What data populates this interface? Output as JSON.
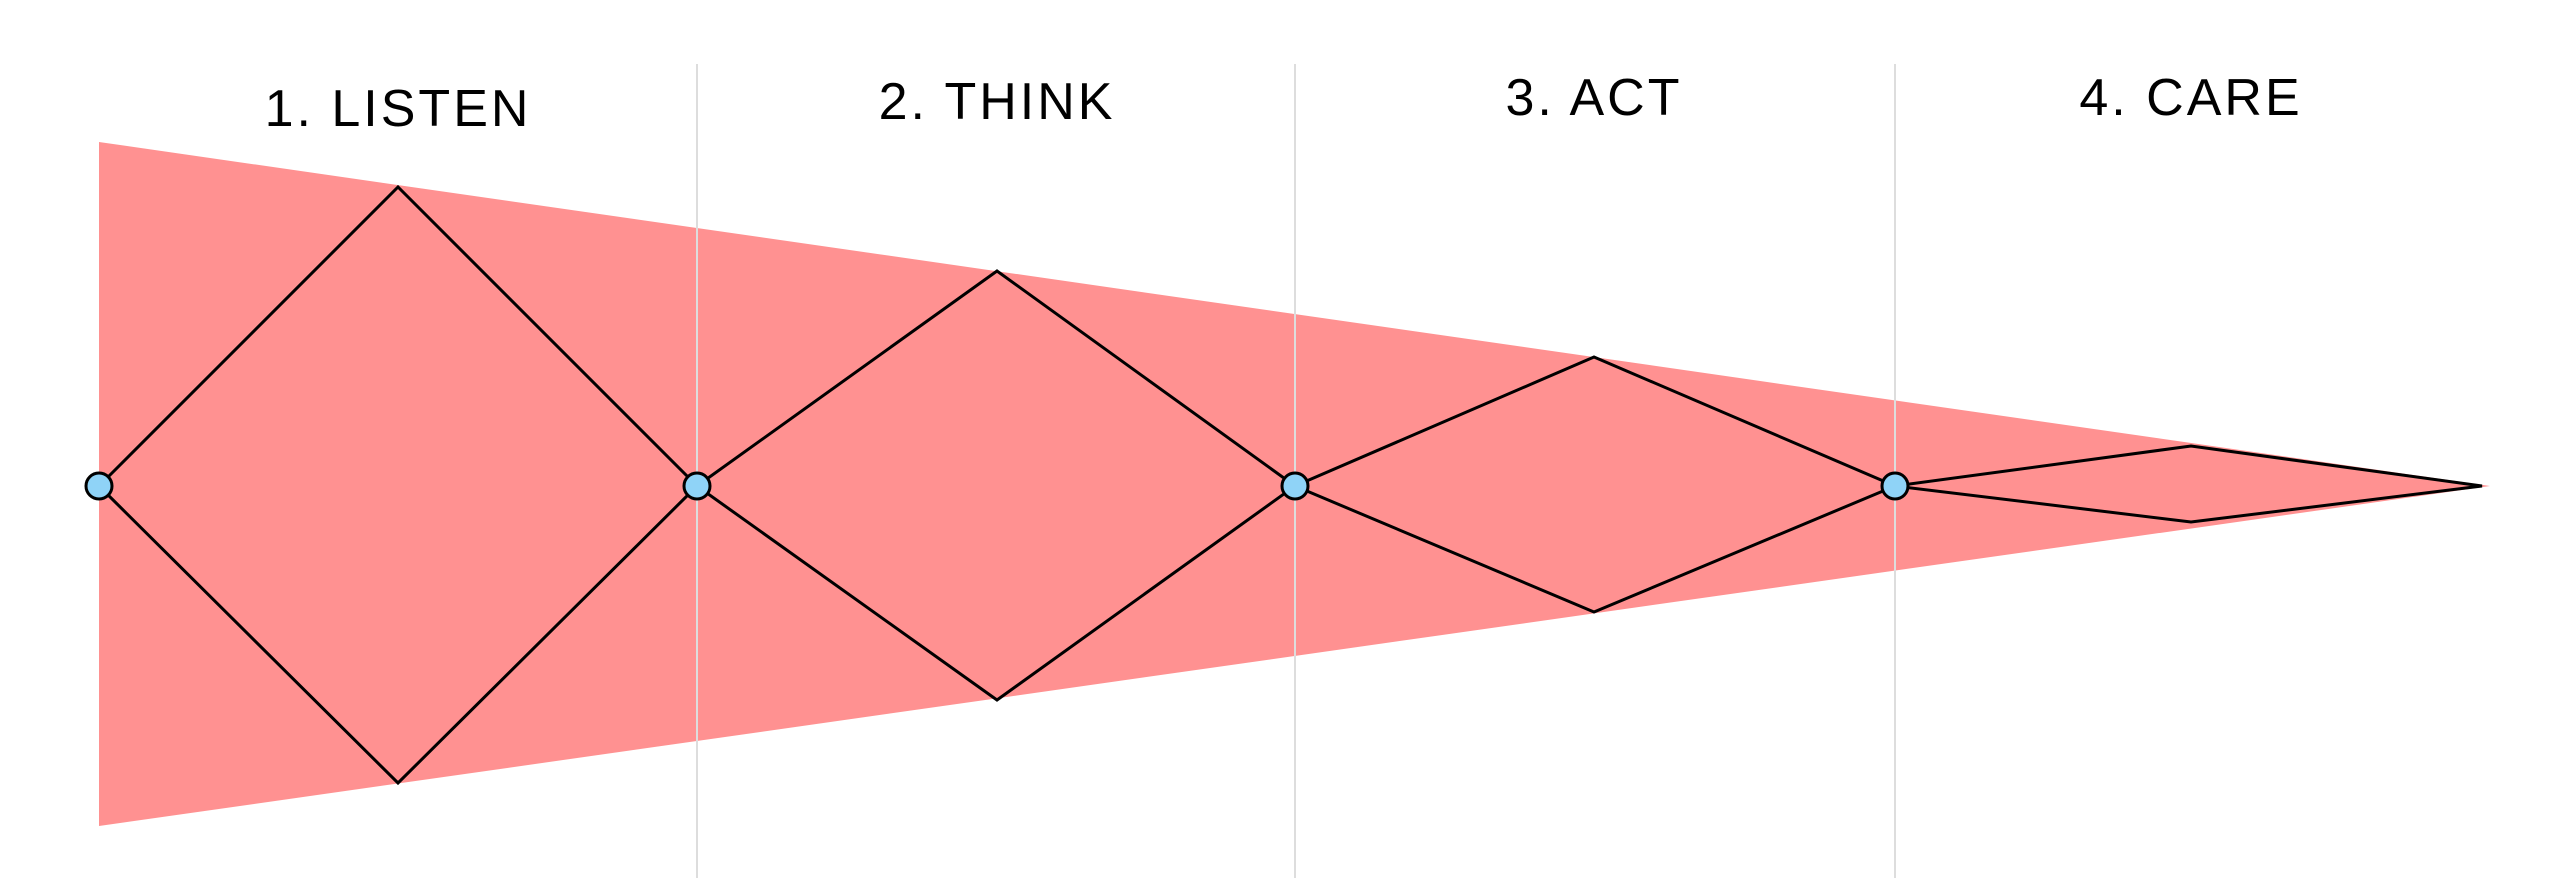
{
  "diagram": {
    "title_stages": [
      {
        "label": "1. LISTEN"
      },
      {
        "label": "2. THINK"
      },
      {
        "label": "3. ACT"
      },
      {
        "label": "4. CARE"
      }
    ],
    "colors": {
      "funnel_fill": "#ff9191",
      "node_fill": "#8fd3f7",
      "stroke": "#000000",
      "divider": "#dddddd"
    }
  }
}
